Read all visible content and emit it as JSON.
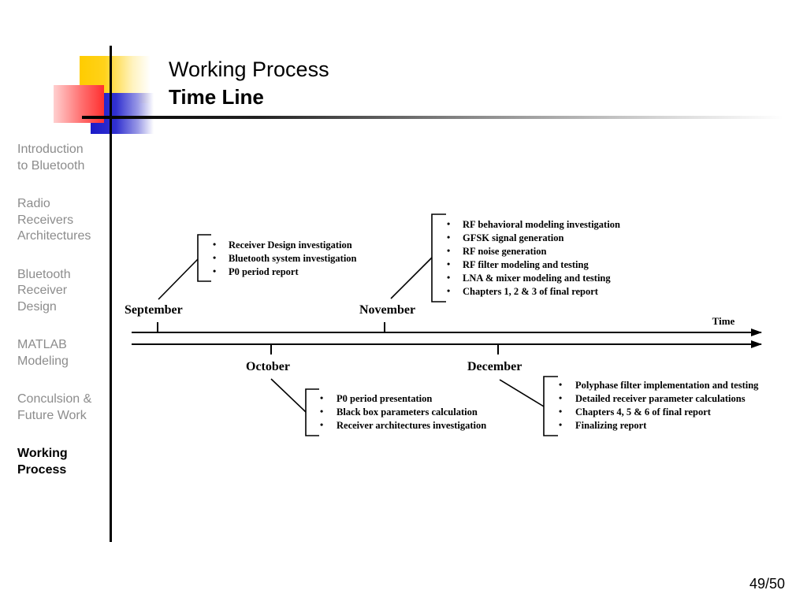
{
  "header": {
    "title": "Working Process",
    "subtitle": "Time Line"
  },
  "sidebar": {
    "items": [
      {
        "label": "Introduction\nto Bluetooth",
        "active": false
      },
      {
        "label": "Radio\nReceivers\nArchitectures",
        "active": false
      },
      {
        "label": "Bluetooth\nReceiver\nDesign",
        "active": false
      },
      {
        "label": "MATLAB\nModeling",
        "active": false
      },
      {
        "label": "Conculsion &\nFuture Work",
        "active": false
      },
      {
        "label": "Working\nProcess",
        "active": true
      }
    ]
  },
  "timeline": {
    "axis_label": "Time",
    "milestones": [
      {
        "month": "September",
        "side": "above",
        "tasks": [
          "Receiver Design investigation",
          "Bluetooth system investigation",
          "P0 period report"
        ]
      },
      {
        "month": "October",
        "side": "below",
        "tasks": [
          "P0 period presentation",
          "Black box parameters calculation",
          "Receiver architectures investigation"
        ]
      },
      {
        "month": "November",
        "side": "above",
        "tasks": [
          "RF behavioral modeling investigation",
          "GFSK signal generation",
          "RF noise generation",
          "RF filter modeling and testing",
          "LNA & mixer modeling and testing",
          "Chapters 1, 2 & 3 of final report"
        ]
      },
      {
        "month": "December",
        "side": "below",
        "tasks": [
          "Polyphase filter implementation and testing",
          "Detailed receiver parameter calculations",
          "Chapters 4, 5 & 6 of final report",
          "Finalizing report"
        ]
      }
    ]
  },
  "footer": {
    "page": "49/50"
  }
}
